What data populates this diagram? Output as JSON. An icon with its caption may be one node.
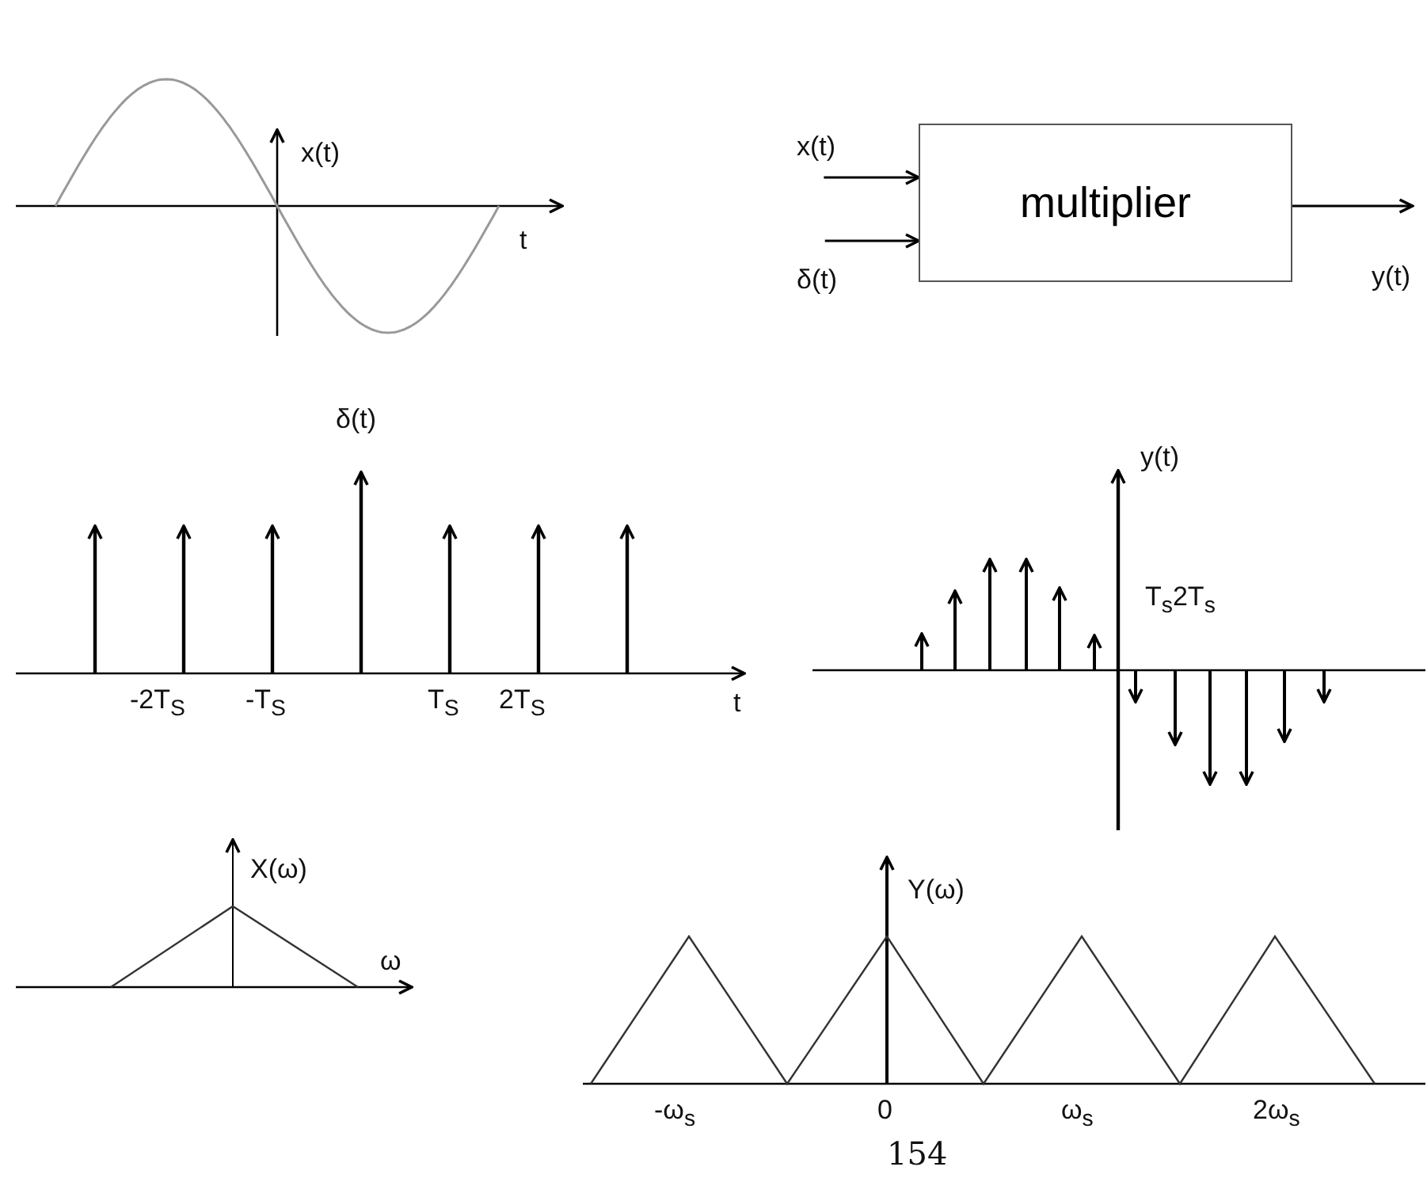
{
  "diagram": {
    "nodes": [
      {
        "text": [
          "multiplier"
        ]
      },
      {
        "text": [
          "x(t)"
        ]
      },
      {
        "text": [
          "δ(t)"
        ]
      },
      {
        "text": [
          "y(t)"
        ]
      }
    ],
    "edges": [
      {
        "from": 1,
        "to": 0,
        "arrow": "to"
      },
      {
        "from": 2,
        "to": 0,
        "arrow": "to"
      },
      {
        "from": 0,
        "to": 3,
        "arrow": "to"
      }
    ],
    "labels": [
      "x(t)",
      "t",
      "δ(t)",
      "-2T$_{S}$",
      "-T$_{S}$",
      "T$_{S}$",
      "2T$_{S}$",
      "t",
      "y(t)",
      "T$_{s}$2T$_{s}$",
      "X(ω)",
      "ω",
      "Y(ω)",
      "-ω$_{s}$",
      "0",
      "ω$_{s}$",
      "2ω$_{s}$",
      "154"
    ]
  }
}
